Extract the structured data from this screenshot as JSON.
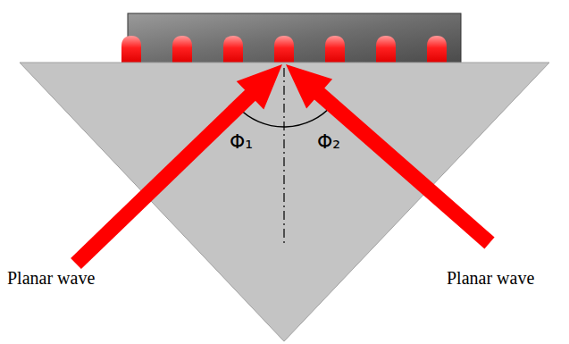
{
  "diagram": {
    "labels": [
      "Φ₁",
      "Φ₂",
      "Planar wave",
      "Planar wave"
    ]
  }
}
